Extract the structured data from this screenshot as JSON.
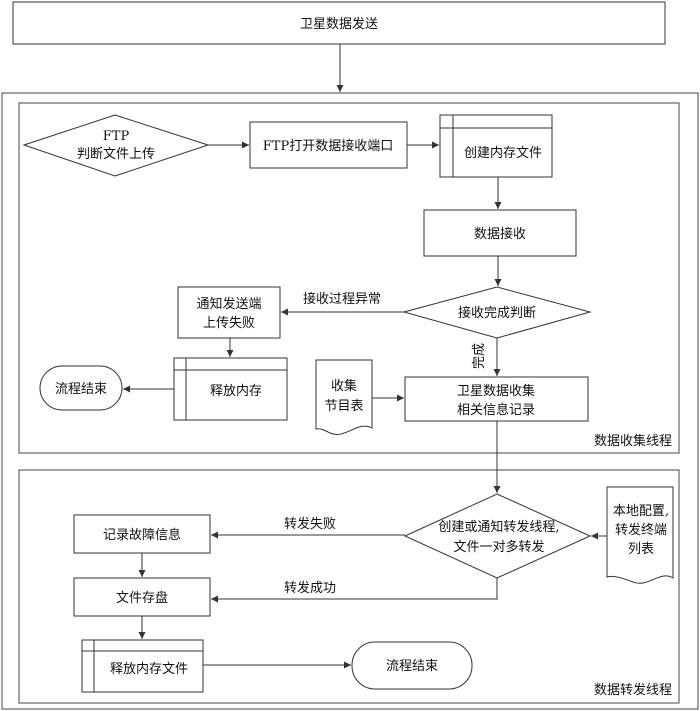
{
  "diagram": {
    "top_box": "卫星数据发送",
    "collect_section_label": "数据收集线程",
    "forward_section_label": "数据转发线程",
    "nodes": {
      "ftp_decision": [
        "FTP",
        "判断文件上传"
      ],
      "ftp_open_port": "FTP打开数据接收端口",
      "create_mem_file": "创建内存文件",
      "data_receive": "数据接收",
      "receive_complete": "接收完成判断",
      "notify_sender_fail": [
        "通知发送端",
        "上传失败"
      ],
      "release_memory": "释放内存",
      "end_collect": "流程结束",
      "program_table": [
        "收集",
        "节目表"
      ],
      "collect_record": [
        "卫星数据收集",
        "相关信息记录"
      ],
      "forward_decision": [
        "创建或通知转发线程,",
        "文件一对多转发"
      ],
      "local_config": [
        "本地配置,",
        "转发终端",
        "列表"
      ],
      "record_fault": "记录故障信息",
      "file_save": "文件存盘",
      "release_mem_file": "释放内存文件",
      "end_forward": "流程结束"
    },
    "edge_labels": {
      "receive_error": "接收过程异常",
      "complete": "完成",
      "forward_fail": "转发失败",
      "forward_success": "转发成功"
    }
  }
}
